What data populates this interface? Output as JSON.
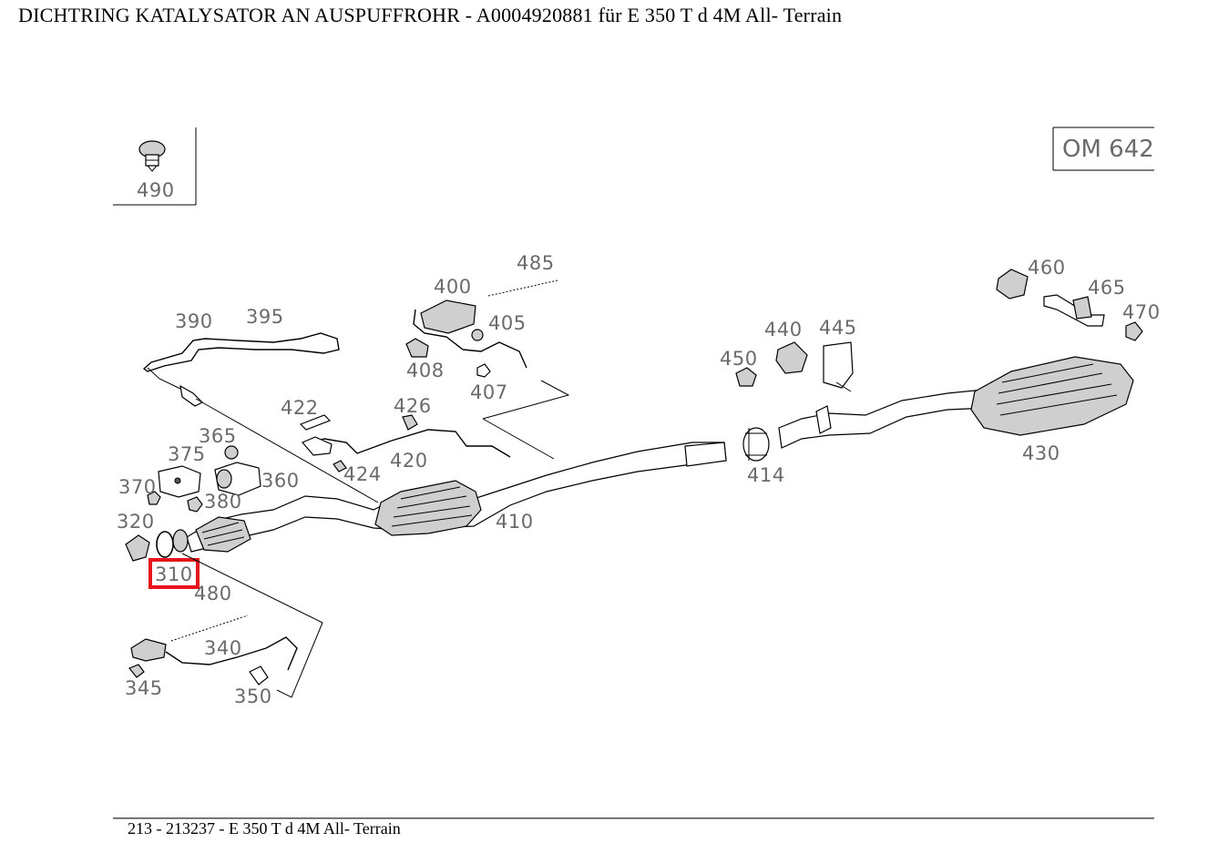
{
  "page": {
    "title": "DICHTRING KATALYSATOR AN AUSPUFFROHR - A0004920881 für E 350 T d 4M All- Terrain",
    "footer": "213 - 213237 - E 350 T d 4M All- Terrain"
  },
  "diagram": {
    "engine_code": "OM 642",
    "highlighted_part": "310",
    "labels": {
      "l490": "490",
      "l485": "485",
      "l400": "400",
      "l405": "405",
      "l408": "408",
      "l407": "407",
      "l390": "390",
      "l395": "395",
      "l422": "422",
      "l426": "426",
      "l424": "424",
      "l420": "420",
      "l365": "365",
      "l375": "375",
      "l360": "360",
      "l370": "370",
      "l380": "380",
      "l320": "320",
      "l310": "310",
      "l480": "480",
      "l340": "340",
      "l345": "345",
      "l350": "350",
      "l410": "410",
      "l414": "414",
      "l440": "440",
      "l445": "445",
      "l450": "450",
      "l460": "460",
      "l465": "465",
      "l470": "470",
      "l430": "430"
    },
    "colors": {
      "highlight": "#e8141b",
      "label": "#6b6b6b"
    }
  }
}
